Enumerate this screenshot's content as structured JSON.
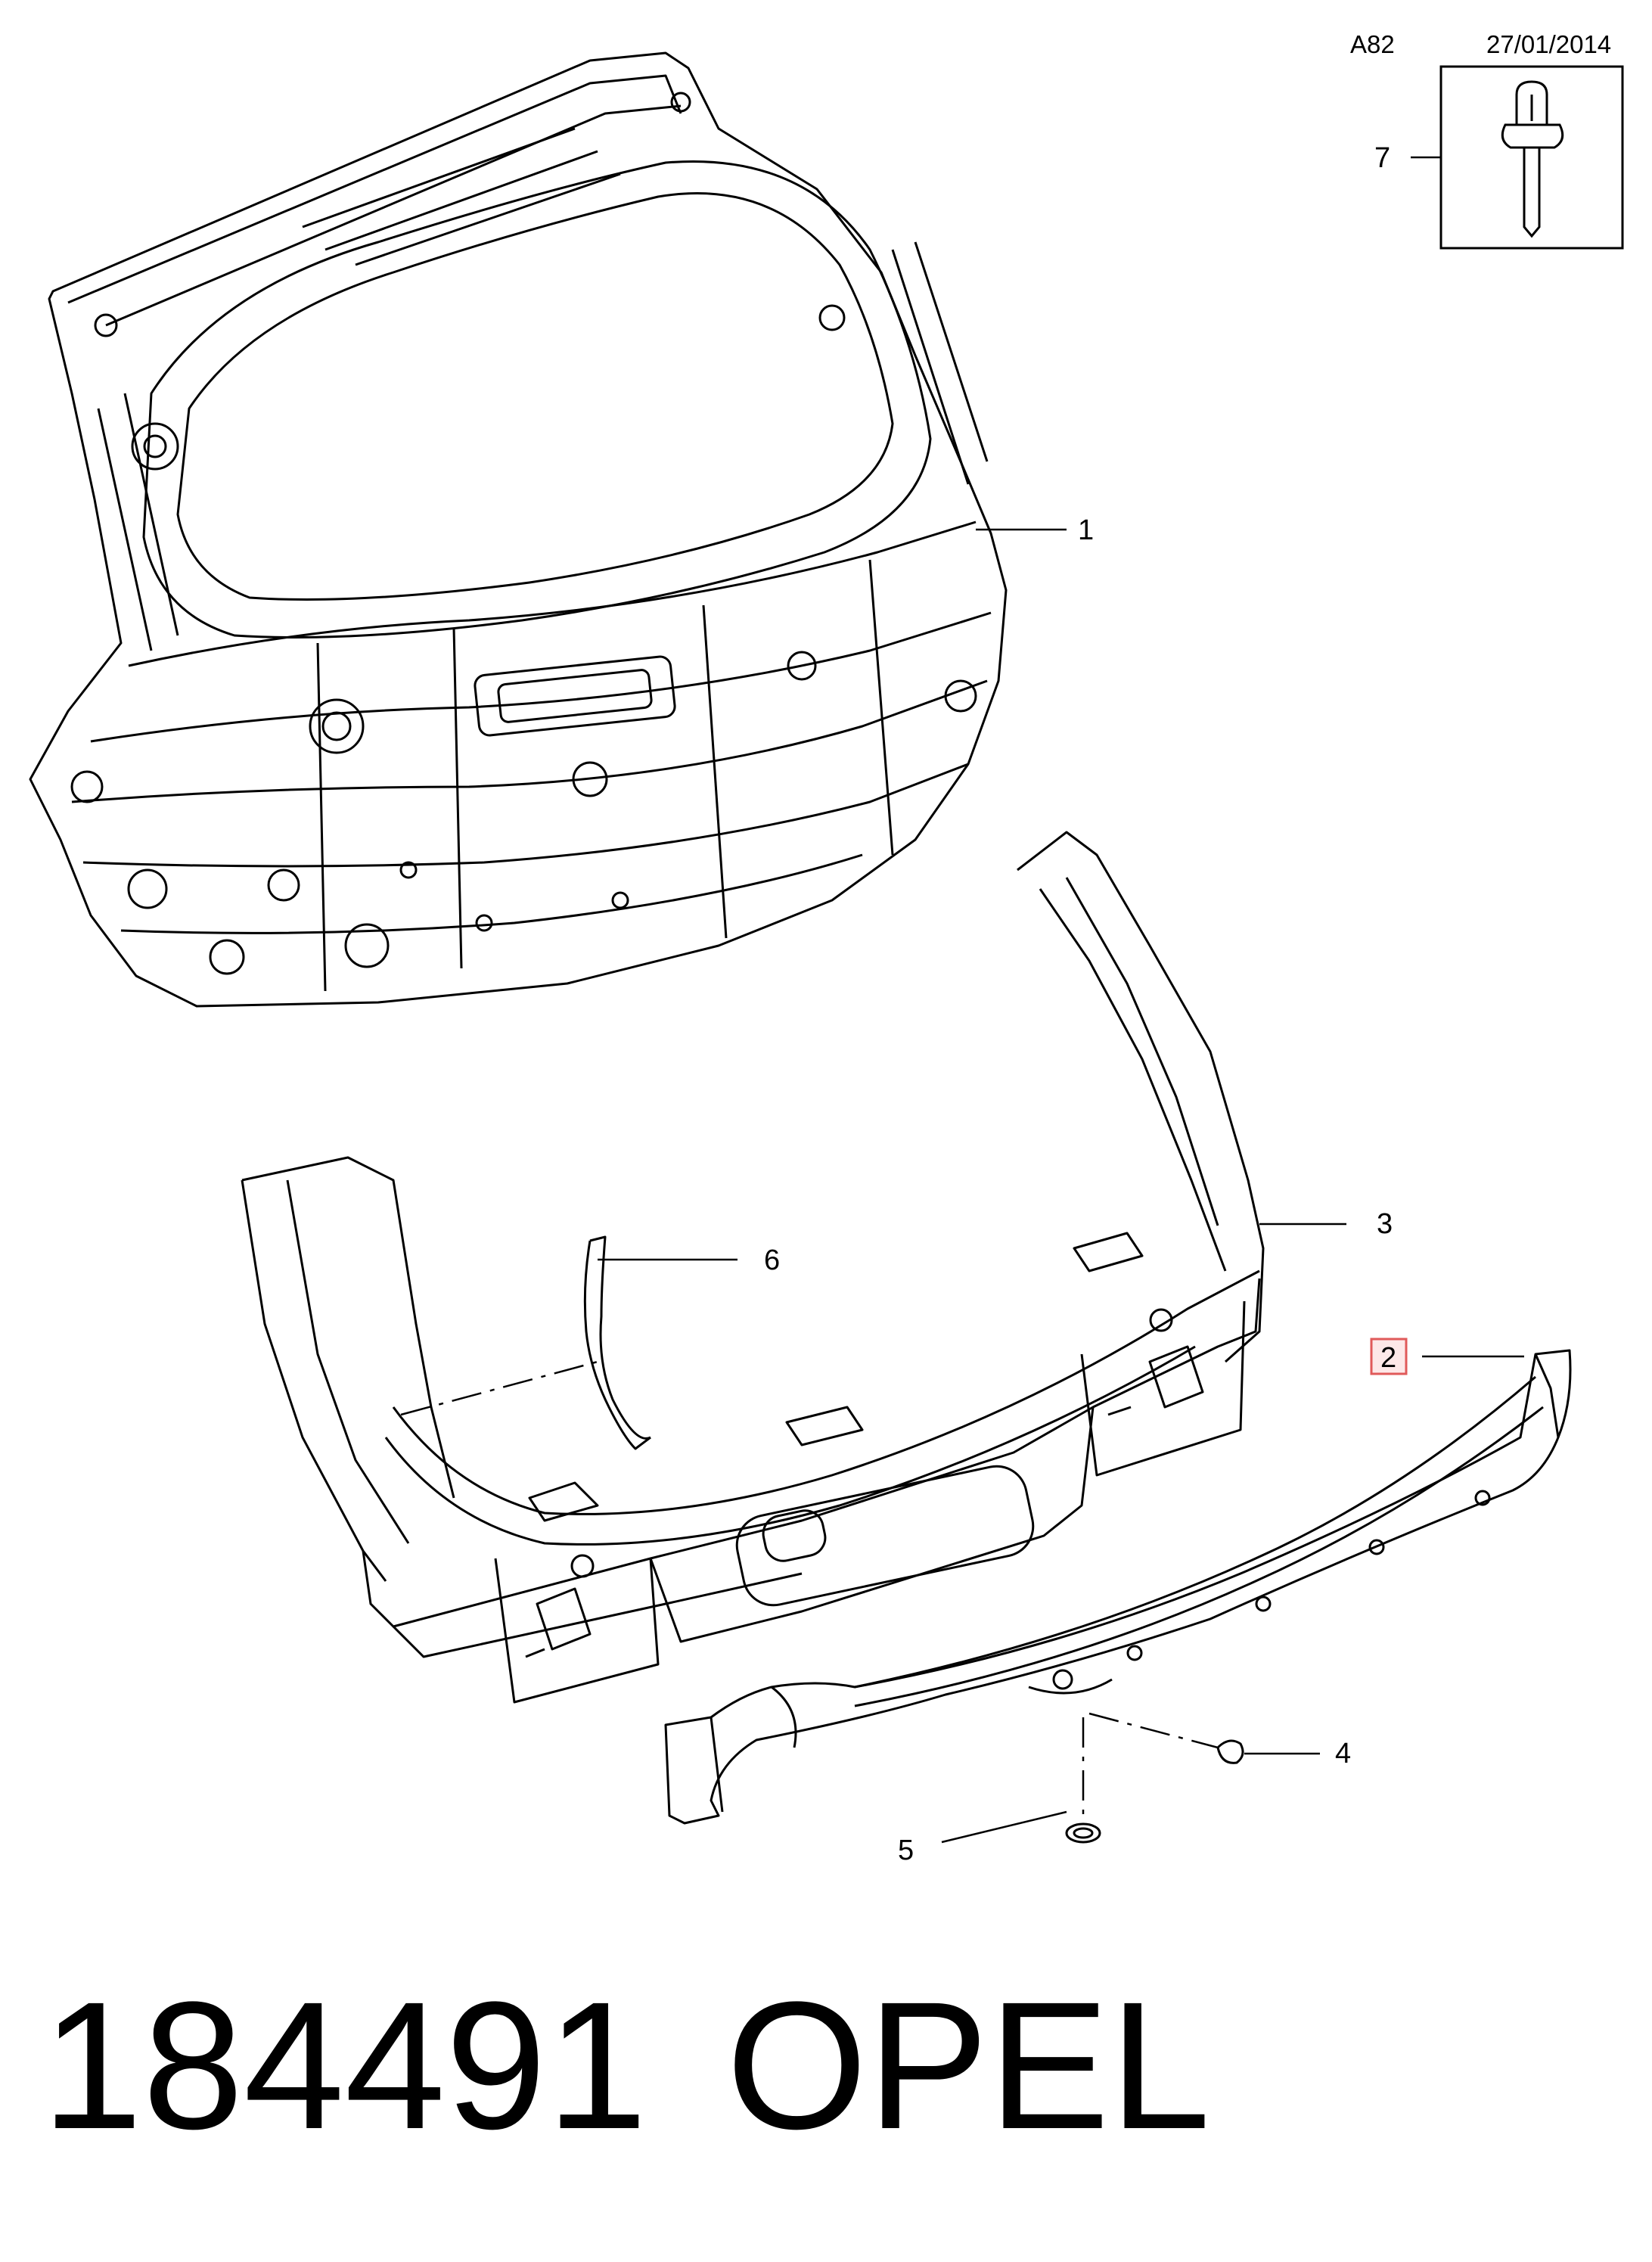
{
  "header": {
    "page_code": "A82",
    "date": "27/01/2014"
  },
  "callouts": [
    {
      "id": "1",
      "label": "1",
      "highlighted": false
    },
    {
      "id": "2",
      "label": "2",
      "highlighted": true
    },
    {
      "id": "3",
      "label": "3",
      "highlighted": false
    },
    {
      "id": "4",
      "label": "4",
      "highlighted": false
    },
    {
      "id": "5",
      "label": "5",
      "highlighted": false
    },
    {
      "id": "6",
      "label": "6",
      "highlighted": false
    },
    {
      "id": "7",
      "label": "7",
      "highlighted": false
    }
  ],
  "footer": {
    "part_number": "184491",
    "brand": "OPEL"
  },
  "colors": {
    "line": "#000000",
    "highlight_border": "#e05a5a",
    "highlight_fill": "#fde8e8",
    "background": "#ffffff"
  }
}
